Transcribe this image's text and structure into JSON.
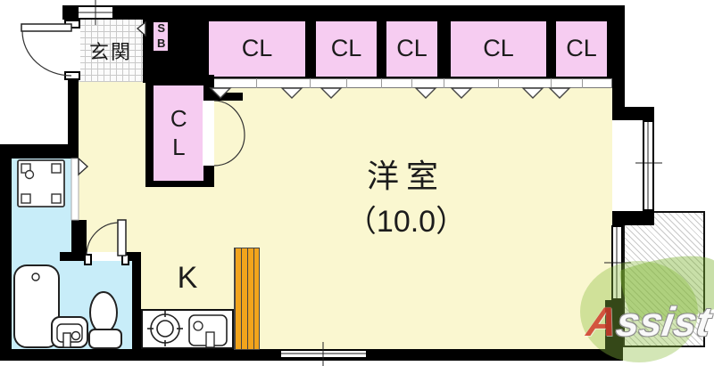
{
  "labels": {
    "entrance": "玄関",
    "shoebox": "SB",
    "main_room_name": "洋室",
    "main_room_size": "（10.0）",
    "kitchen": "K"
  },
  "closets_top": [
    {
      "label": "CL"
    },
    {
      "label": "CL"
    },
    {
      "label": "CL"
    },
    {
      "label": "CL"
    },
    {
      "label": "CL"
    }
  ],
  "closet_mid": {
    "label": "CL"
  },
  "logo": {
    "first": "A",
    "rest": "ssist"
  },
  "colors": {
    "wall": "#000000",
    "room_floor": "#FAF7D0",
    "closet_fill": "#F6CCF1",
    "wet_area": "#C8EDF9",
    "accent_orange": "#F2A41C",
    "logo_green": "#8CBE4F",
    "logo_red": "#D4372C"
  }
}
